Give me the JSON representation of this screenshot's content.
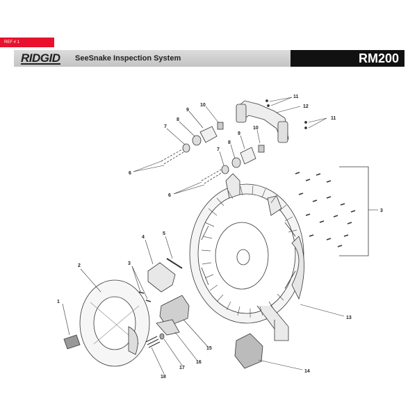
{
  "header": {
    "ref_tag": "REF # 1",
    "brand": "RIDGID",
    "product": "SeeSnake Inspection System",
    "model": "RM200"
  },
  "callouts": [
    {
      "id": "c1",
      "label": "1"
    },
    {
      "id": "c2",
      "label": "2"
    },
    {
      "id": "c3a",
      "label": "3"
    },
    {
      "id": "c3b",
      "label": "3"
    },
    {
      "id": "c4",
      "label": "4"
    },
    {
      "id": "c5",
      "label": "5"
    },
    {
      "id": "c6a",
      "label": "6"
    },
    {
      "id": "c6b",
      "label": "6"
    },
    {
      "id": "c7a",
      "label": "7"
    },
    {
      "id": "c7b",
      "label": "7"
    },
    {
      "id": "c8a",
      "label": "8"
    },
    {
      "id": "c8b",
      "label": "8"
    },
    {
      "id": "c9a",
      "label": "9"
    },
    {
      "id": "c9b",
      "label": "9"
    },
    {
      "id": "c10a",
      "label": "10"
    },
    {
      "id": "c10b",
      "label": "10"
    },
    {
      "id": "c11a",
      "label": "11"
    },
    {
      "id": "c11b",
      "label": "11"
    },
    {
      "id": "c12",
      "label": "12"
    },
    {
      "id": "c13",
      "label": "13"
    },
    {
      "id": "c14",
      "label": "14"
    },
    {
      "id": "c15",
      "label": "15"
    },
    {
      "id": "c16",
      "label": "16"
    },
    {
      "id": "c17",
      "label": "17"
    },
    {
      "id": "c18",
      "label": "18"
    }
  ]
}
